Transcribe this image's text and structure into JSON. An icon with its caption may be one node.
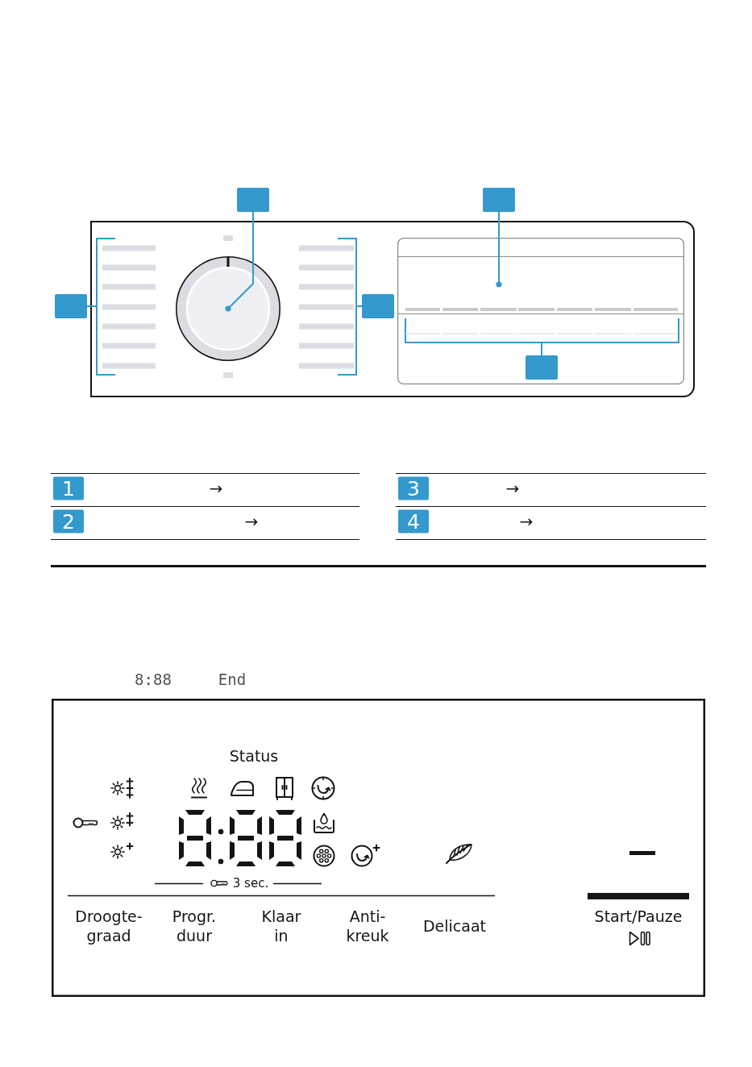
{
  "diagram": {
    "nodes": [
      {
        "text": [],
        "shape": "box"
      },
      {
        "text": [],
        "shape": "box"
      },
      {
        "text": [],
        "shape": "box"
      },
      {
        "text": [],
        "shape": "box"
      },
      {
        "text": [],
        "shape": "box",
        "in": 8
      },
      {
        "text": [],
        "shape": "bracket"
      },
      {
        "text": [],
        "shape": "circle"
      },
      {
        "text": [],
        "shape": "bracket"
      },
      {
        "text": [],
        "shape": "box"
      },
      {
        "text": [],
        "shape": "bracket",
        "in": 8
      }
    ],
    "edges": [
      {
        "from": 0,
        "to": 6,
        "arrow": "other"
      },
      {
        "from": 1,
        "to": 8,
        "arrow": "other"
      },
      {
        "from": 2,
        "to": 5,
        "arrow": "none"
      },
      {
        "from": 3,
        "to": 7,
        "arrow": "none"
      },
      {
        "from": 4,
        "to": 9,
        "arrow": "none"
      }
    ],
    "labels": [
      "1",
      "→",
      "2",
      "→",
      "3",
      "→",
      "4",
      "→",
      "8:88",
      "End",
      "Status",
      "3 sec.",
      "Droogte- graad",
      "Progr. duur",
      "Klaar in",
      "Anti- kreuk",
      "Delicaat",
      "Start/Pauze"
    ]
  }
}
